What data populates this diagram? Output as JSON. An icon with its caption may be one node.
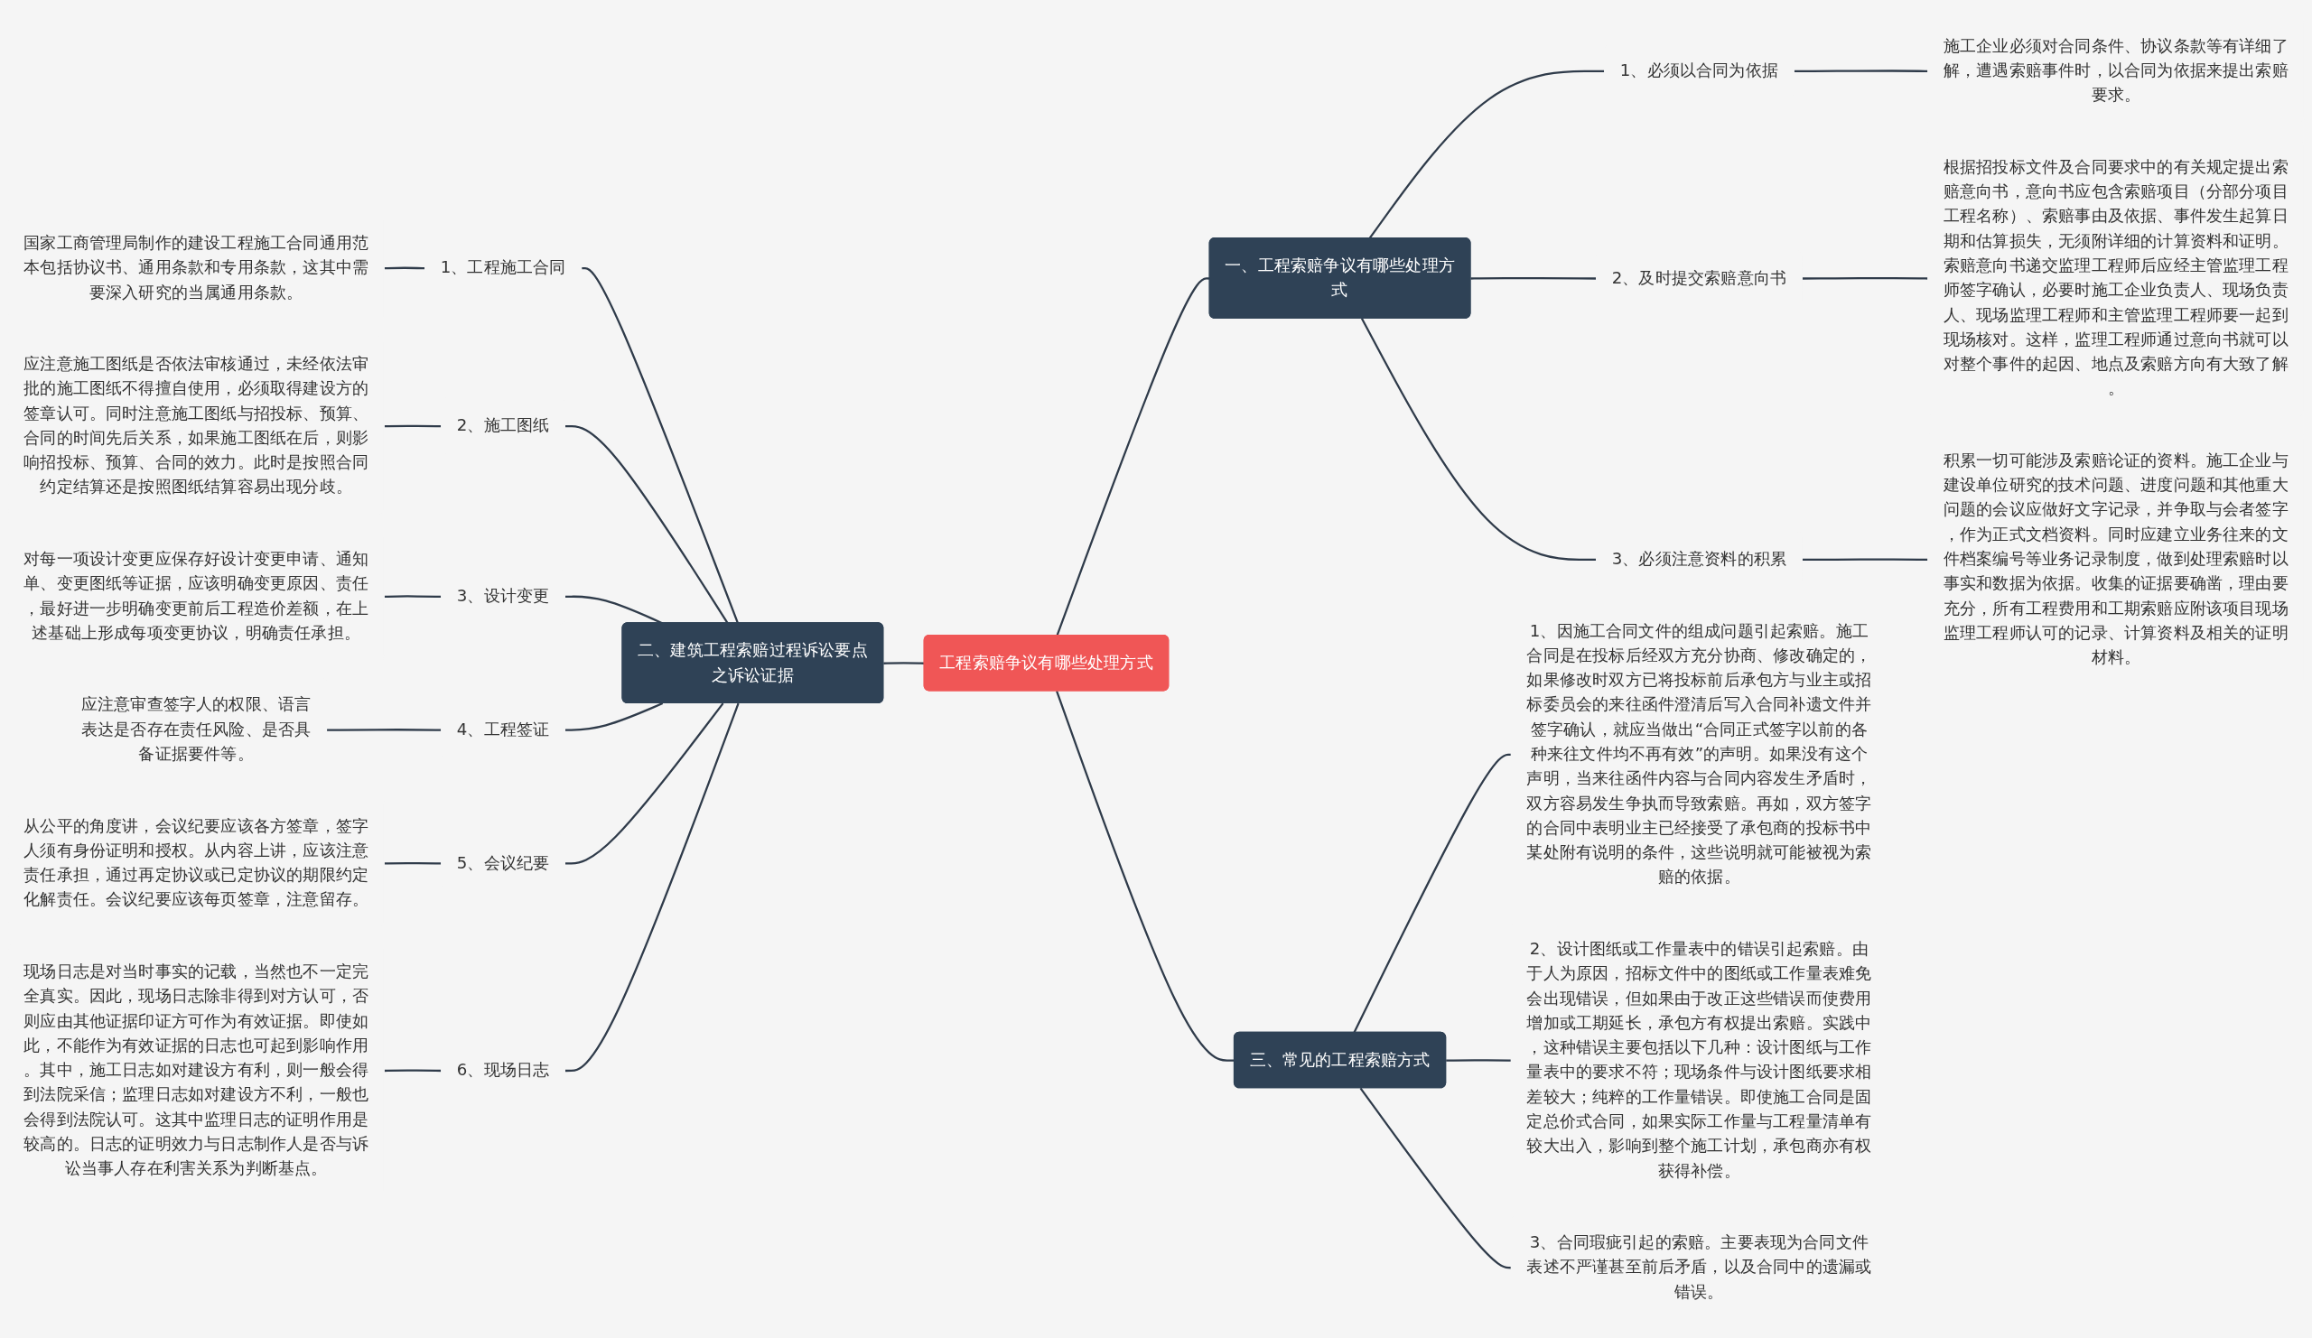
{
  "diagram": {
    "nodes": [
      {
        "text": [
          "工程索赔争议有哪些处理方式"
        ]
      },
      {
        "text": [
          "一、工程索赔争议有哪些处理方式"
        ]
      },
      {
        "text": [
          "1、必须以合同为依据"
        ]
      },
      {
        "text": [
          "施工企业必须对合同条件、协议条款等有详细了解，遭遇索赔事件时，以合同为依据来提出索赔要求。"
        ]
      },
      {
        "text": [
          "2、及时提交索赔意向书"
        ]
      },
      {
        "text": [
          "根据招投标文件及合同要求中的有关规定提出索赔意向书，意向书应包含索赔项目（分部分项目工程名称）、索赔事由及依据、事件发生起算日期和估算损失，无须附详细的计算资料和证明。索赔意向书递交监理工程师后应经主管监理工程师签字确认，必要时施工企业负责人、现场负责人、现场监理工程师和主管监理工程师要一起到现场核对。这样，监理工程师通过意向书就可以对整个事件的起因、地点及索赔方向有大致了解。"
        ]
      },
      {
        "text": [
          "3、必须注意资料的积累"
        ]
      },
      {
        "text": [
          "积累一切可能涉及索赔论证的资料。施工企业与建设单位研究的技术问题、进度问题和其他重大问题的会议应做好文字记录，并争取与会者签字，作为正式文档资料。同时应建立业务往来的文件档案编号等业务记录制度，做到处理索赔时以事实和数据为依据。收集的证据要确凿，理由要充分，所有工程费用和工期索赔应附该项目现场监理工程师认可的记录、计算资料及相关的证明材料。"
        ]
      },
      {
        "text": [
          "二、建筑工程索赔过程诉讼要点之诉讼证据"
        ]
      },
      {
        "text": [
          "1、工程施工合同"
        ]
      },
      {
        "text": [
          "国家工商管理局制作的建设工程施工合同通用范本包括协议书、通用条款和专用条款，这其中需要深入研究的当属通用条款。"
        ]
      },
      {
        "text": [
          "2、施工图纸"
        ]
      },
      {
        "text": [
          "应注意施工图纸是否依法审核通过，未经依法审批的施工图纸不得擅自使用，必须取得建设方的签章认可。同时注意施工图纸与招投标、预算、合同的时间先后关系，如果施工图纸在后，则影响招投标、预算、合同的效力。此时是按照合同约定结算还是按照图纸结算容易出现分歧。"
        ]
      },
      {
        "text": [
          "3、设计变更"
        ]
      },
      {
        "text": [
          "对每一项设计变更应保存好设计变更申请、通知单、变更图纸等证据，应该明确变更原因、责任，最好进一步明确变更前后工程造价差额，在上述基础上形成每项变更协议，明确责任承担。"
        ]
      },
      {
        "text": [
          "4、工程签证"
        ]
      },
      {
        "text": [
          "应注意审查签字人的权限、语言表达是否存在责任风险、是否具备证据要件等。"
        ]
      },
      {
        "text": [
          "5、会议纪要"
        ]
      },
      {
        "text": [
          "从公平的角度讲，会议纪要应该各方签章，签字人须有身份证明和授权。从内容上讲，应该注意责任承担，通过再定协议或已定协议的期限约定化解责任。会议纪要应该每页签章，注意留存。"
        ]
      },
      {
        "text": [
          "6、现场日志"
        ]
      },
      {
        "text": [
          "现场日志是对当时事实的记载，当然也不一定完全真实。因此，现场日志除非得到对方认可，否则应由其他证据印证方可作为有效证据。即使如此，不能作为有效证据的日志也可起到影响作用。其中，施工日志如对建设方有利，则一般会得到法院采信；监理日志如对建设方不利，一般也会得到法院认可。这其中监理日志的证明作用是较高的。日志的证明效力与日志制作人是否与诉讼当事人存在利害关系为判断基点。"
        ]
      },
      {
        "text": [
          "三、常见的工程索赔方式"
        ]
      },
      {
        "text": [
          "1、因施工合同文件的组成问题引起索赔。施工合同是在投标后经双方充分协商、修改确定的，如果修改时双方已将投标前后承包方与业主或招标委员会的来往函件澄清后写入合同补遗文件并签字确认，就应当做出“合同正式签字以前的各种来往文件均不再有效”的声明。如果没有这个声明，当来往函件内容与合同内容发生矛盾时，双方容易发生争执而导致索赔。再如，双方签字的合同中表明业主已经接受了承包商的投标书中某处附有说明的条件，这些说明就可能被视为索赔的依据。"
        ]
      },
      {
        "text": [
          "2、设计图纸或工作量表中的错误引起索赔。由于人为原因，招标文件中的图纸或工作量表难免会出现错误，但如果由于改正这些错误而使费用增加或工期延长，承包方有权提出索赔。实践中，这种错误主要包括以下几种：设计图纸与工作量表中的要求不符；现场条件与设计图纸要求相差较大；纯粹的工作量错误。即使施工合同是固定总价式合同，如果实际工作量与工程量清单有较大出入，影响到整个施工计划，承包商亦有权获得补偿。"
        ]
      },
      {
        "text": [
          "3、合同瑕疵引起的索赔。主要表现为合同文件表述不严谨甚至前后矛盾，以及合同中的遗漏或错误。"
        ]
      }
    ],
    "edges": [
      {
        "from": 0,
        "to": 1,
        "arrow": "none"
      },
      {
        "from": 1,
        "to": 2,
        "arrow": "none"
      },
      {
        "from": 2,
        "to": 3,
        "arrow": "none"
      },
      {
        "from": 1,
        "to": 4,
        "arrow": "none"
      },
      {
        "from": 4,
        "to": 5,
        "arrow": "none"
      },
      {
        "from": 1,
        "to": 6,
        "arrow": "none"
      },
      {
        "from": 6,
        "to": 7,
        "arrow": "none"
      },
      {
        "from": 0,
        "to": 8,
        "arrow": "none"
      },
      {
        "from": 8,
        "to": 9,
        "arrow": "none"
      },
      {
        "from": 9,
        "to": 10,
        "arrow": "none"
      },
      {
        "from": 8,
        "to": 11,
        "arrow": "none"
      },
      {
        "from": 11,
        "to": 12,
        "arrow": "none"
      },
      {
        "from": 8,
        "to": 13,
        "arrow": "none"
      },
      {
        "from": 13,
        "to": 14,
        "arrow": "none"
      },
      {
        "from": 8,
        "to": 15,
        "arrow": "none"
      },
      {
        "from": 15,
        "to": 16,
        "arrow": "none"
      },
      {
        "from": 8,
        "to": 17,
        "arrow": "none"
      },
      {
        "from": 17,
        "to": 18,
        "arrow": "none"
      },
      {
        "from": 8,
        "to": 19,
        "arrow": "none"
      },
      {
        "from": 19,
        "to": 20,
        "arrow": "none"
      },
      {
        "from": 0,
        "to": 21,
        "arrow": "none"
      },
      {
        "from": 21,
        "to": 22,
        "arrow": "none"
      },
      {
        "from": 21,
        "to": 23,
        "arrow": "none"
      },
      {
        "from": 21,
        "to": 24,
        "arrow": "none"
      }
    ]
  }
}
